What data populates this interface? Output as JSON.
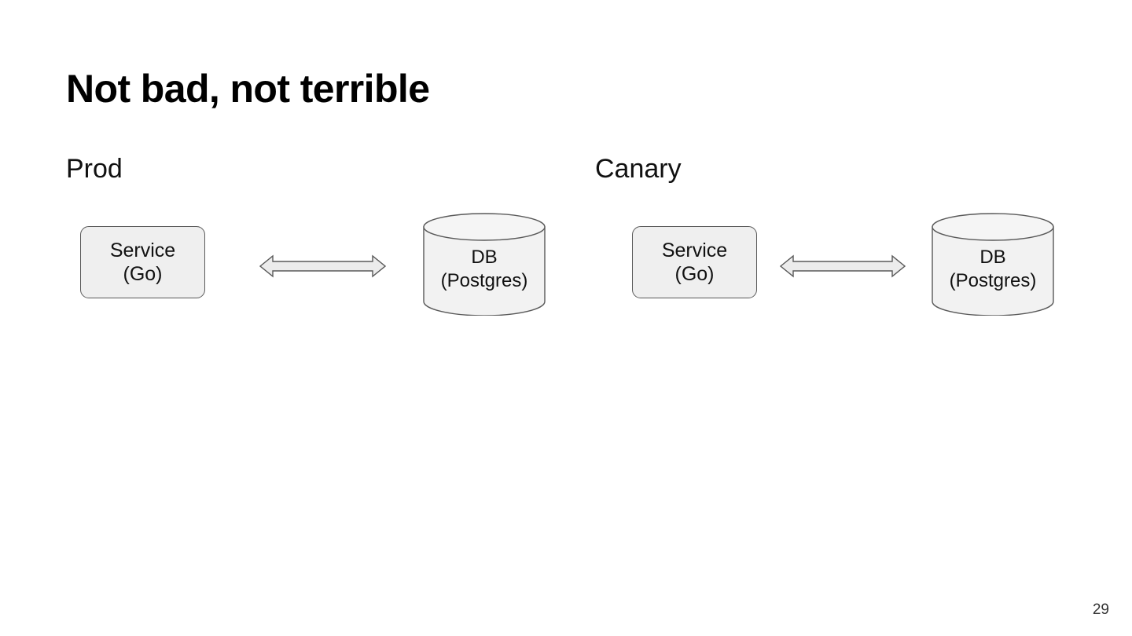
{
  "slide": {
    "title": "Not bad, not terrible",
    "page_number": "29",
    "background_color": "#ffffff"
  },
  "columns": [
    {
      "id": "prod",
      "label": "Prod",
      "service": {
        "line1": "Service",
        "line2": "(Go)"
      },
      "database": {
        "line1": "DB",
        "line2": "(Postgres)"
      },
      "connector": "double-headed-arrow"
    },
    {
      "id": "canary",
      "label": "Canary",
      "service": {
        "line1": "Service",
        "line2": "(Go)"
      },
      "database": {
        "line1": "DB",
        "line2": "(Postgres)"
      },
      "connector": "double-headed-arrow"
    }
  ],
  "style": {
    "shape_fill": "#efefef",
    "shape_stroke": "#595959",
    "cylinder_fill": "#f2f2f2",
    "arrow_fill": "#ececec",
    "arrow_stroke": "#595959",
    "text_color": "#111111"
  }
}
